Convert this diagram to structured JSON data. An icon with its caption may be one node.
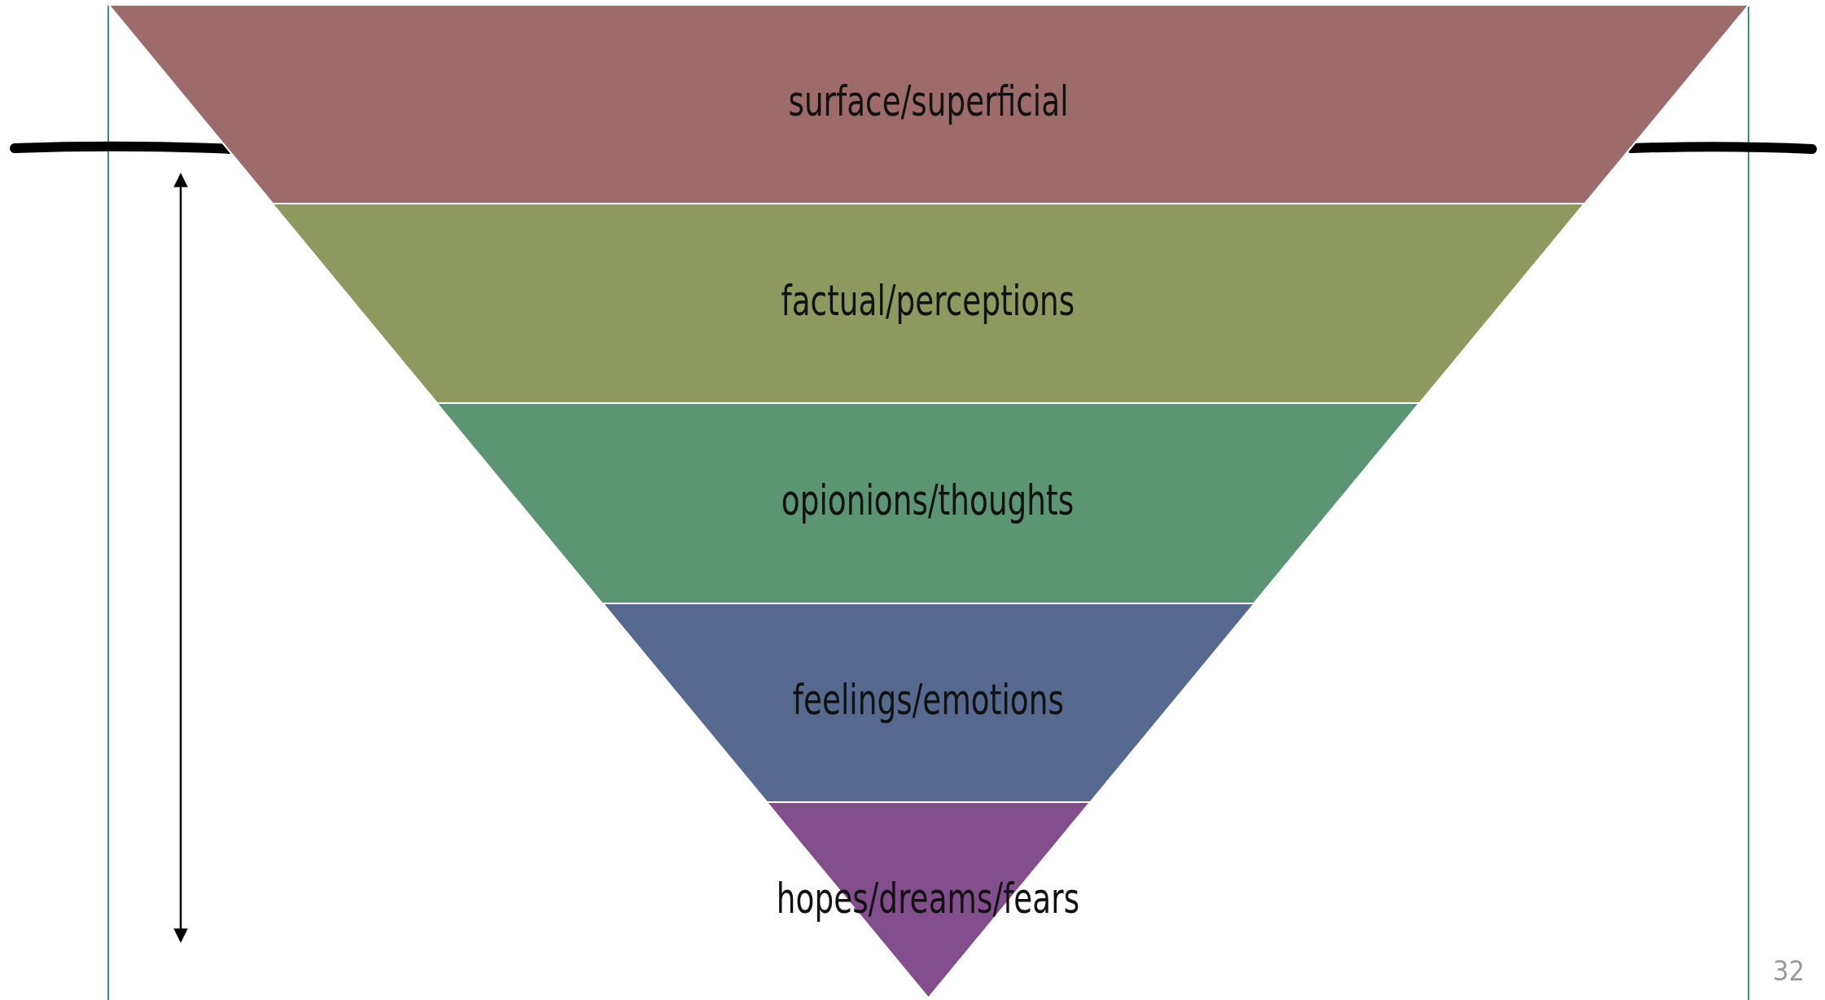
{
  "diagram": {
    "nodes": [
      {
        "text": [
          "surface/superficial"
        ]
      },
      {
        "text": [
          "factual/perceptions"
        ]
      },
      {
        "text": [
          "opionions/thoughts"
        ]
      },
      {
        "text": [
          "feelings/emotions"
        ]
      },
      {
        "text": [
          "hopes/dreams/fears"
        ]
      }
    ],
    "labels": [
      "32"
    ]
  }
}
